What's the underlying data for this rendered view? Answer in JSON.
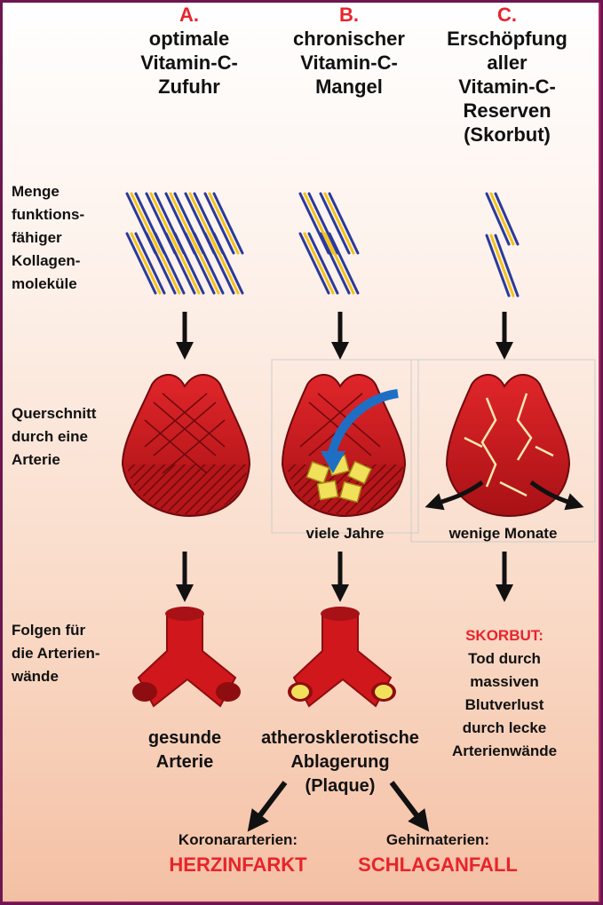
{
  "columns": [
    {
      "letter": "A.",
      "title_lines": [
        "optimale",
        "Vitamin-C-",
        "Zufuhr"
      ]
    },
    {
      "letter": "B.",
      "title_lines": [
        "chronischer",
        "Vitamin-C-",
        "Mangel"
      ]
    },
    {
      "letter": "C.",
      "title_lines": [
        "Erschöpfung",
        "aller",
        "Vitamin-C-",
        "Reserven",
        "(Skorbut)"
      ]
    }
  ],
  "row_labels": {
    "collagen": [
      "Menge",
      "funktions-",
      "fähiger",
      "Kollagen-",
      "moleküle"
    ],
    "crosssection": [
      "Querschnitt",
      "durch eine",
      "Arterie"
    ],
    "consequences": [
      "Folgen für",
      "die Arterien-",
      "wände"
    ]
  },
  "time_labels": {
    "b": "viele Jahre",
    "c": "wenige Monate"
  },
  "outcomes": {
    "a": [
      "gesunde",
      "Arterie"
    ],
    "b": [
      "atherosklerotische",
      "Ablagerung",
      "(Plaque)"
    ],
    "c_title": "SKORBUT:",
    "c_lines": [
      "Tod durch",
      "massiven",
      "Blutverlust",
      "durch lecke",
      "Arterienwände"
    ]
  },
  "final": {
    "left_label": "Koronararterien:",
    "left_result": "HERZINFARKT",
    "right_label": "Gehirnaterien:",
    "right_result": "SCHLAGANFALL"
  },
  "colors": {
    "letter": "#e8242b",
    "artery": "#d0171c",
    "artery_dark": "#8e0d10",
    "plaque": "#f1e05a",
    "arrow_blue": "#1e6fc4",
    "collagen_blue": "#2a3a9c",
    "collagen_yellow": "#f4c21a"
  }
}
